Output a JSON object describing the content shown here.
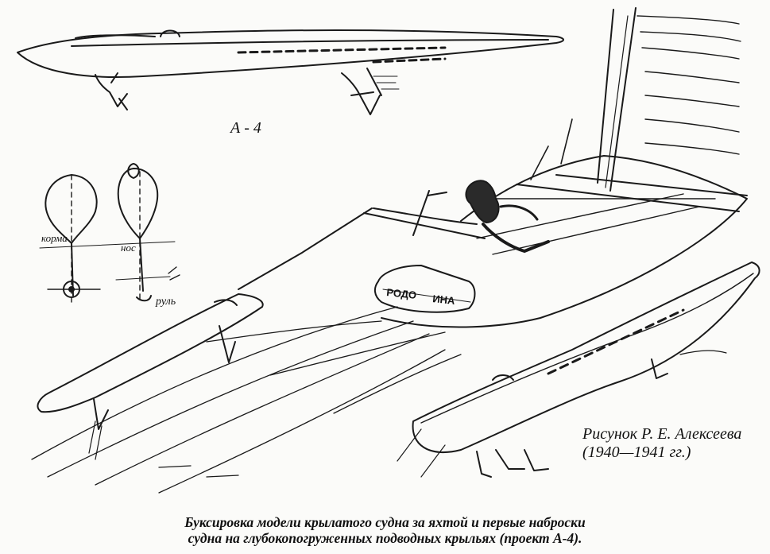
{
  "labels": {
    "project_mark": "А - 4",
    "stern": "корма",
    "bow": "нос",
    "rudder": "руль",
    "boat_name_left": "РОДО",
    "boat_name_right": "ИНА"
  },
  "credit": {
    "line1": "Рисунок Р. Е. Алексеева",
    "line2": "(1940—1941 гг.)"
  },
  "caption": {
    "line1": "Буксировка модели крылатого судна за яхтой и первые наброски",
    "line2": "судна на глубокопогруженных подводных крыльях (проект А-4)."
  }
}
